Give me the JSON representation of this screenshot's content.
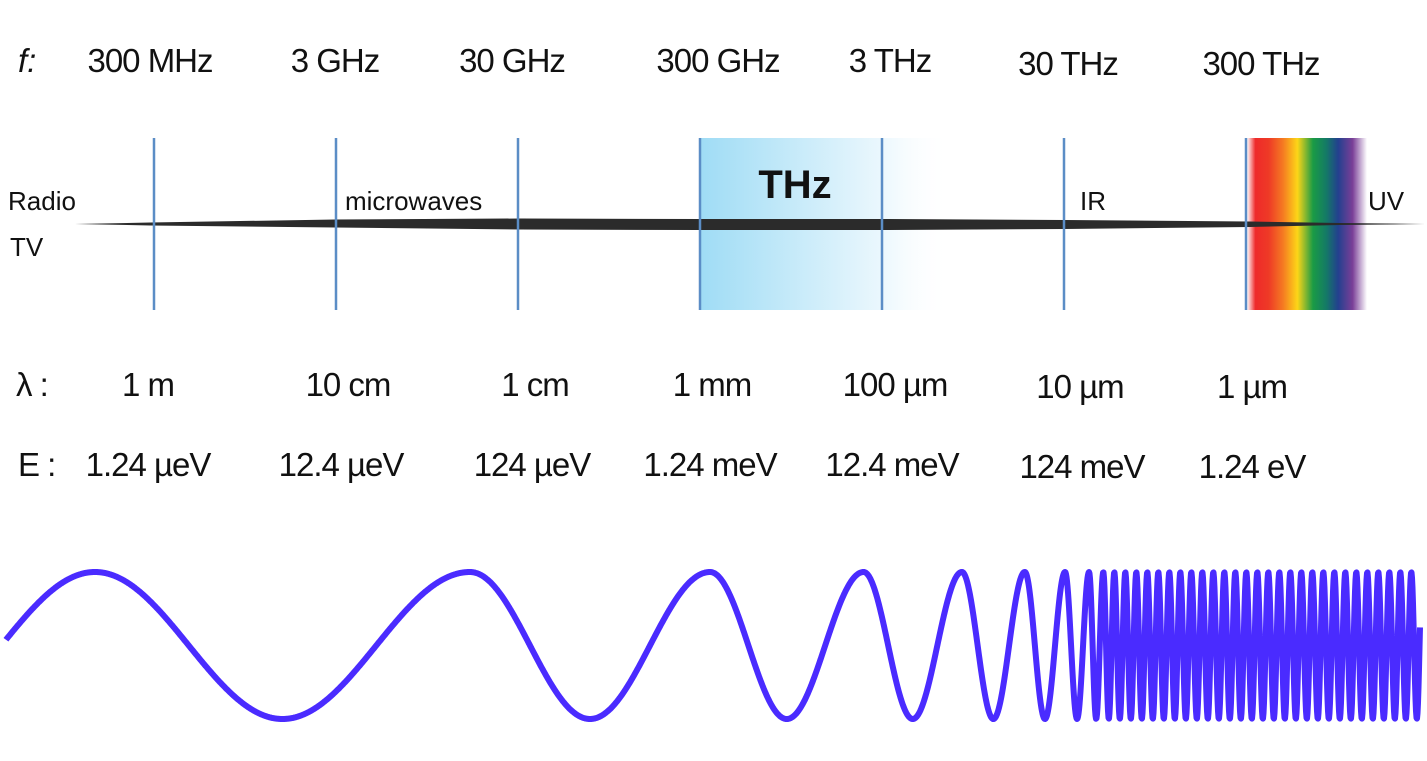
{
  "title": "Electromagnetic spectrum with terahertz band",
  "row_prefixes": {
    "frequency": "f:",
    "wavelength": "λ :",
    "energy": "E :"
  },
  "frequency_labels": [
    "300 MHz",
    "3 GHz",
    "30 GHz",
    "300 GHz",
    "3 THz",
    "30 THz",
    "300 THz"
  ],
  "wavelength_labels": [
    "1 m",
    "10 cm",
    "1 cm",
    "1 mm",
    "100 µm",
    "10 µm",
    "1 µm"
  ],
  "energy_labels": [
    "1.24 µeV",
    "12.4 µeV",
    "124 µeV",
    "1.24 meV",
    "12.4 meV",
    "124 meV",
    "1.24 eV"
  ],
  "regions": {
    "radio": "Radio",
    "tv": "TV",
    "microwaves": "microwaves",
    "thz": "THz",
    "ir": "IR",
    "uv": "UV"
  },
  "highlighted_band": {
    "label": "THz",
    "from": "300 GHz",
    "to": "3 THz",
    "color": "#9fdcf5"
  },
  "visible_band": {
    "colors": [
      "#ee2a2a",
      "#f26a22",
      "#fdd617",
      "#1a9b45",
      "#23408f",
      "#7a3f97"
    ]
  },
  "colors": {
    "divider": "#5b8dc6",
    "spectrum_line": "#2b2b2b",
    "wave": "#4a2bff",
    "text": "#111111"
  },
  "wave": {
    "description": "chirped sine wave with increasing frequency from left to right"
  }
}
